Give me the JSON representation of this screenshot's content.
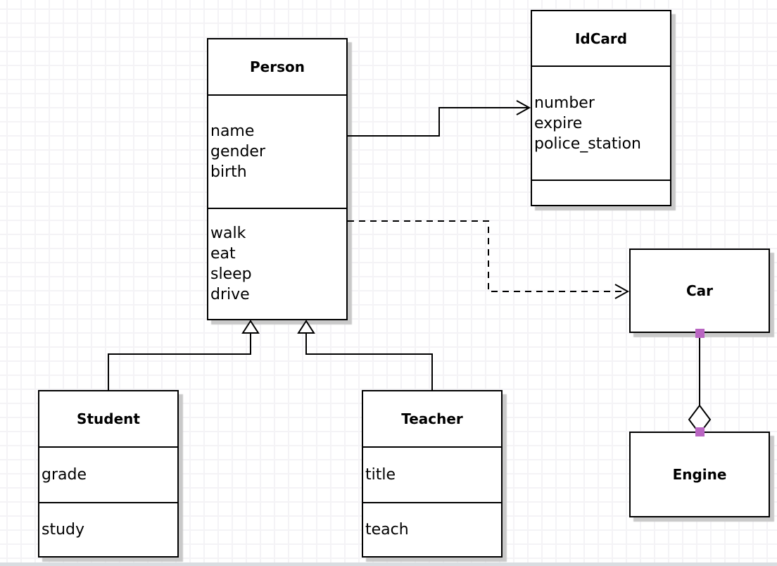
{
  "diagram": {
    "type": "uml-class-diagram",
    "colors": {
      "node_fill": "#ffffff",
      "node_border": "#000000",
      "shadow": "#c9c9c9",
      "grid_line": "#f4f3f6",
      "endpoint_handle": "#b965c2"
    },
    "classes": [
      {
        "name": "Person",
        "attributes": [
          "name",
          "gender",
          "birth"
        ],
        "methods": [
          "walk",
          "eat",
          "sleep",
          "drive"
        ]
      },
      {
        "name": "IdCard",
        "attributes": [
          "number",
          "expire",
          "police_station"
        ],
        "methods": []
      },
      {
        "name": "Car",
        "attributes": [],
        "methods": []
      },
      {
        "name": "Engine",
        "attributes": [],
        "methods": []
      },
      {
        "name": "Student",
        "attributes": [
          "grade"
        ],
        "methods": [
          "study"
        ]
      },
      {
        "name": "Teacher",
        "attributes": [
          "title"
        ],
        "methods": [
          "teach"
        ]
      }
    ],
    "relationships": [
      {
        "from": "Person",
        "to": "IdCard",
        "type": "association",
        "line": "solid",
        "head": "open-arrow"
      },
      {
        "from": "Person",
        "to": "Car",
        "type": "dependency",
        "line": "dashed",
        "head": "open-arrow"
      },
      {
        "from": "Student",
        "to": "Person",
        "type": "inheritance",
        "line": "solid",
        "head": "hollow-triangle"
      },
      {
        "from": "Teacher",
        "to": "Person",
        "type": "inheritance",
        "line": "solid",
        "head": "hollow-triangle"
      },
      {
        "from": "Car",
        "to": "Engine",
        "type": "aggregation",
        "line": "solid",
        "head": "hollow-diamond"
      }
    ]
  }
}
